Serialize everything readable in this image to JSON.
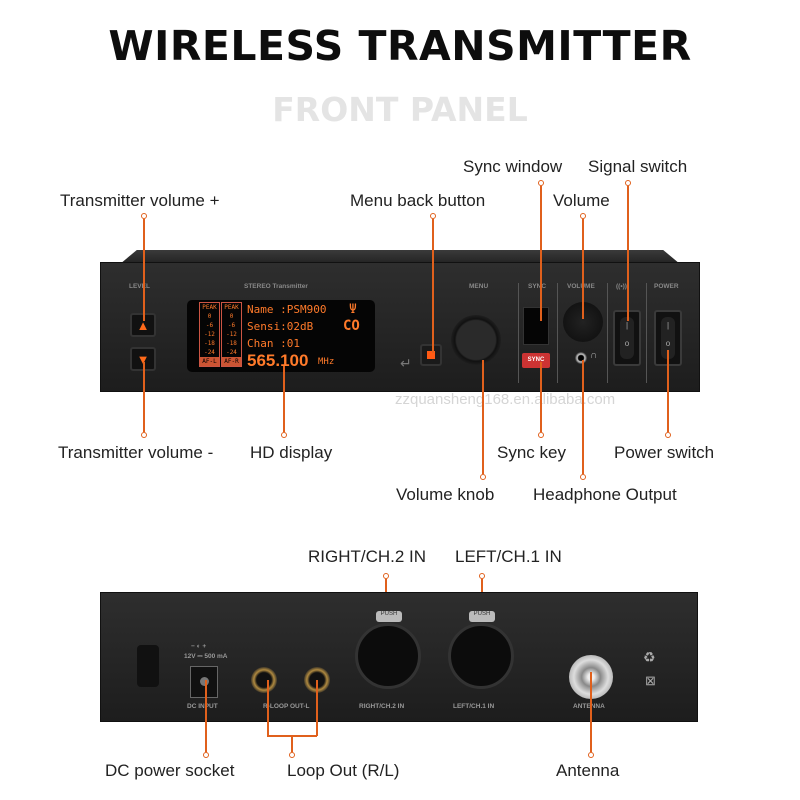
{
  "title": "WIRELESS TRANSMITTER",
  "subtitle": "FRONT PANEL",
  "watermark": "zzquansheng168.en.alibaba.com",
  "accent_color": "#e0601c",
  "front_callouts": {
    "vol_up": "Transmitter volume +",
    "menu_back": "Menu back button",
    "sync_window": "Sync window",
    "signal_switch": "Signal switch",
    "volume": "Volume",
    "vol_down": "Transmitter volume -",
    "hd_display": "HD display",
    "sync_key": "Sync key",
    "power_switch": "Power switch",
    "volume_knob": "Volume knob",
    "headphone": "Headphone Output"
  },
  "front_panel": {
    "level": "LEVEL",
    "model": "STEREO Transmitter",
    "menu": "MENU",
    "sync": "SYNC",
    "volume": "VOLUME",
    "signal": "((•))",
    "power": "POWER",
    "sync_button": "SYNC"
  },
  "display": {
    "peak_l": "PEAK",
    "peak_r": "PEAK",
    "scale": [
      "0",
      "-6",
      "-12",
      "-18",
      "-24"
    ],
    "af_l": "AF-L",
    "af_r": "AF-R",
    "name": "Name :PSM900",
    "sensi": "Sensi:02dB",
    "chan": "Chan :01",
    "freq": "565.100",
    "unit": "MHz"
  },
  "rear_panel": {
    "dc_polarity": "− ◐ +",
    "dc_rating": "12V ⎓ 500 mA",
    "dc_input": "DC INPUT",
    "loop_out": "R-LOOP OUT-L",
    "right_in": "RIGHT/CH.2 IN",
    "left_in": "LEFT/CH.1 IN",
    "antenna": "ANTENNA",
    "push": "PUSH"
  },
  "rear_callouts": {
    "right_in": "RIGHT/CH.2 IN",
    "left_in": "LEFT/CH.1 IN",
    "dc": "DC power socket",
    "loop": "Loop Out (R/L)",
    "antenna": "Antenna"
  }
}
